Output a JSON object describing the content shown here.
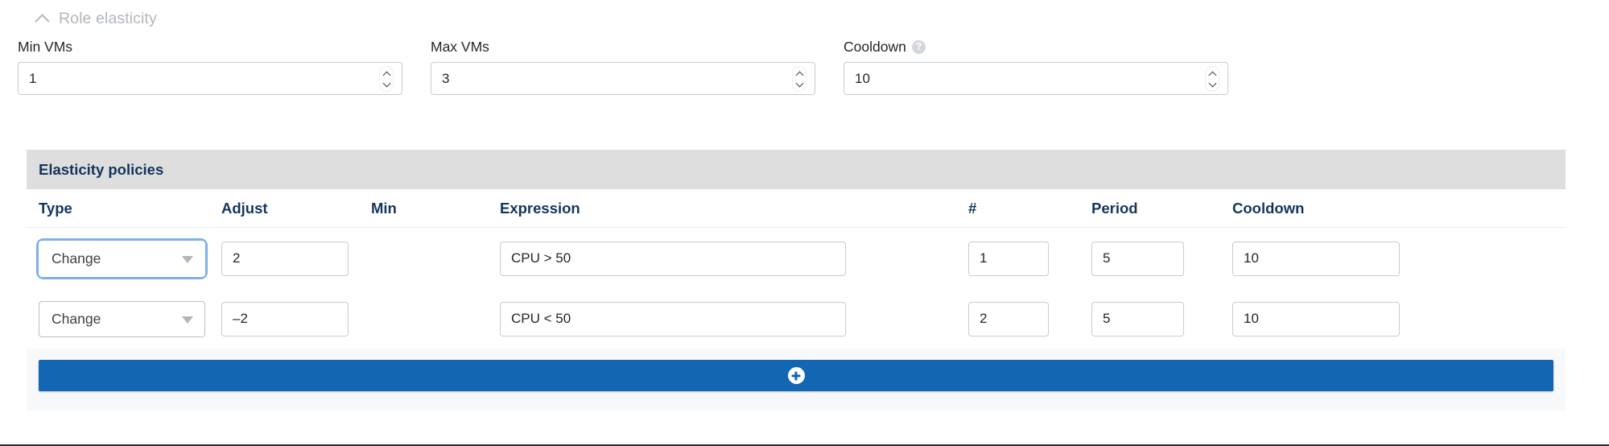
{
  "section": {
    "title": "Role elasticity",
    "collapse_icon": "chevron-up-icon"
  },
  "top_fields": [
    {
      "label": "Min VMs",
      "value": "1",
      "has_help": false,
      "help_icon": ""
    },
    {
      "label": "Max VMs",
      "value": "3",
      "has_help": false,
      "help_icon": ""
    },
    {
      "label": "Cooldown",
      "value": "10",
      "has_help": true,
      "help_icon": "?"
    }
  ],
  "policies": {
    "panel_title": "Elasticity policies",
    "columns": [
      "Type",
      "Adjust",
      "Min",
      "Expression",
      "#",
      "Period",
      "Cooldown"
    ],
    "rows": [
      {
        "type": "Change",
        "adjust": "2",
        "min": "",
        "expression": "CPU > 50",
        "count": "1",
        "period": "5",
        "cooldown": "10",
        "focused": true,
        "delete_icon": "close-circle-icon"
      },
      {
        "type": "Change",
        "adjust": "–2",
        "min": "",
        "expression": "CPU < 50",
        "count": "2",
        "period": "5",
        "cooldown": "10",
        "focused": false,
        "delete_icon": "close-circle-icon"
      }
    ],
    "add_button": {
      "icon": "plus-circle-icon",
      "label": ""
    }
  },
  "colors": {
    "accent_blue": "#1266b2",
    "navy": "#13355c",
    "focus_ring": "#7eb0e8",
    "band_gray": "#dedede",
    "muted_text": "#b0b6bc"
  }
}
